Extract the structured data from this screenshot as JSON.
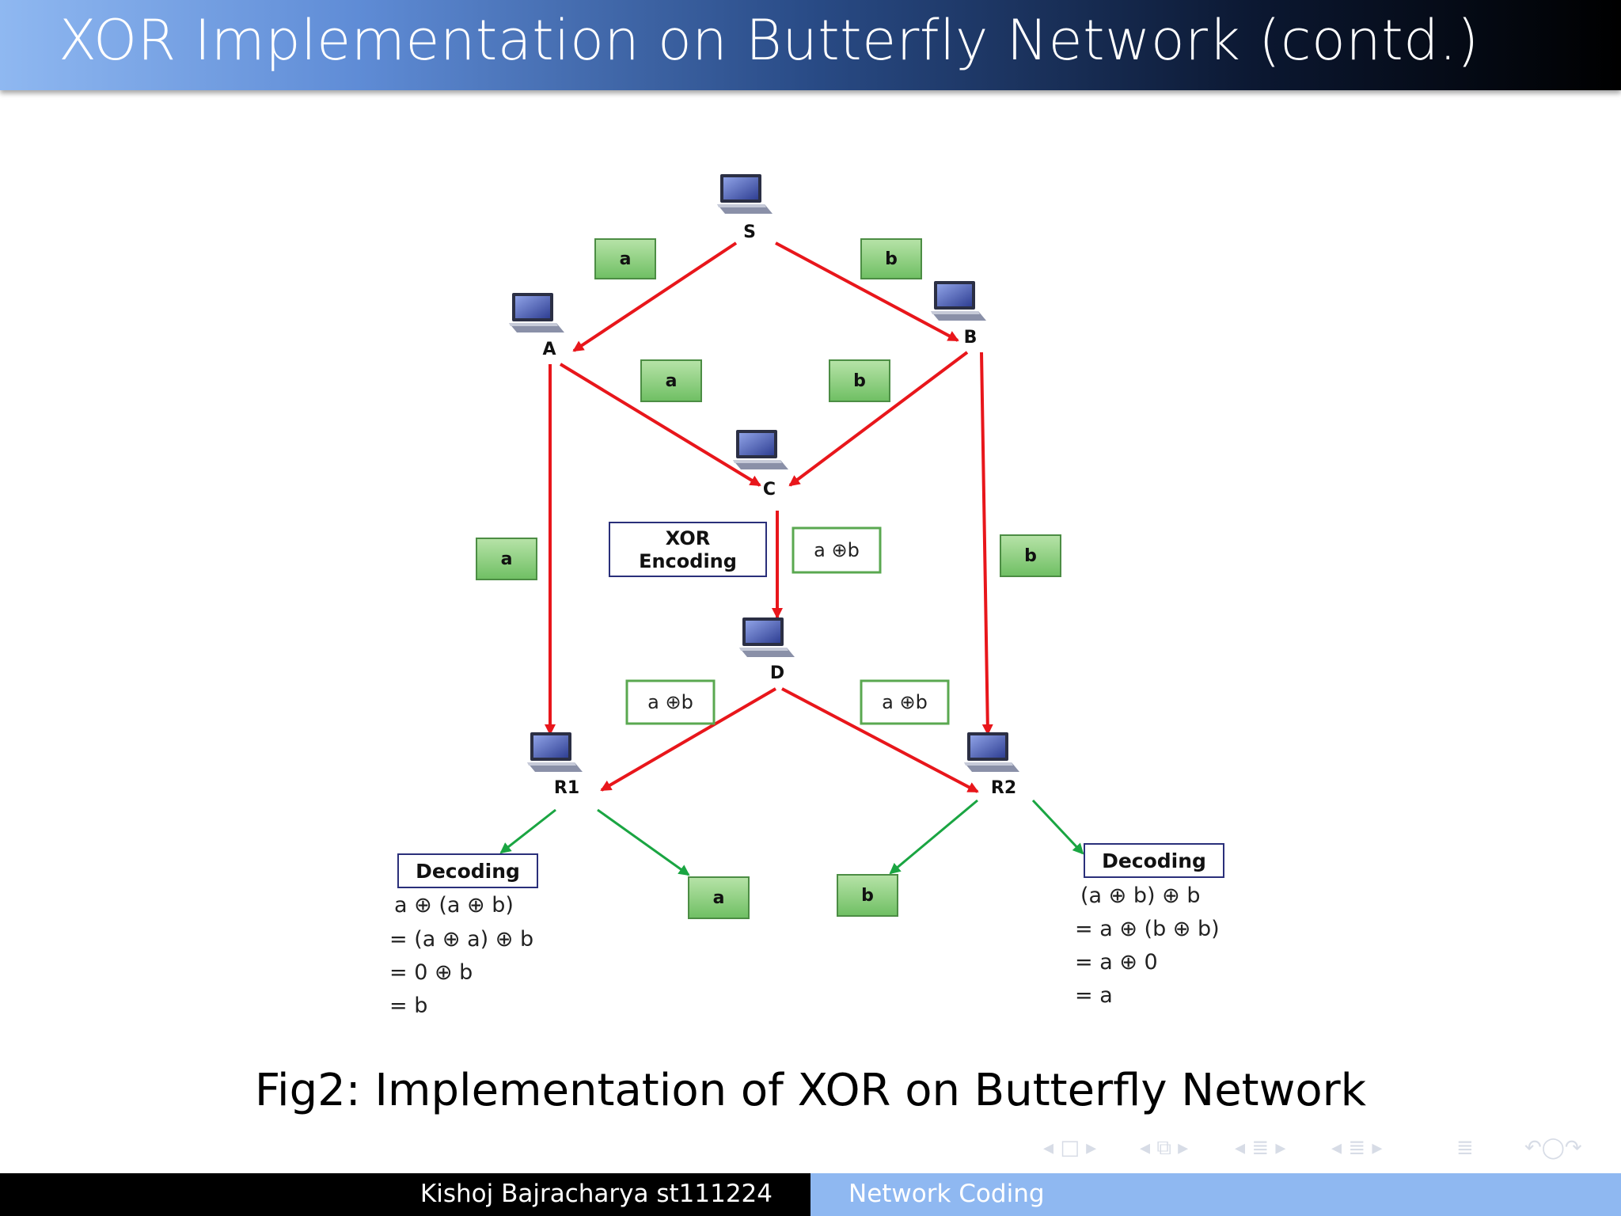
{
  "slide": {
    "title": "XOR Implementation on Butterfly Network (contd.)",
    "caption": "Fig2: Implementation of XOR on Butterfly Network"
  },
  "footer": {
    "author": "Kishoj Bajracharya st111224",
    "section": "Network Coding"
  },
  "diagram": {
    "nodes": {
      "S": "S",
      "A": "A",
      "B": "B",
      "C": "C",
      "D": "D",
      "R1": "R1",
      "R2": "R2"
    },
    "edge_labels": {
      "s_a": "a",
      "s_b": "b",
      "a_c": "a",
      "b_c": "b",
      "a_r1": "a",
      "b_r2": "b",
      "c_d": "a ⊕b",
      "d_r1": "a ⊕b",
      "d_r2": "a ⊕b",
      "r1_out": "a",
      "r2_out": "b"
    },
    "xor_box": {
      "line1": "XOR",
      "line2": "Encoding"
    },
    "decoding_left": {
      "title": "Decoding",
      "lines": [
        "a ⊕ (a ⊕ b)",
        "= (a ⊕ a) ⊕ b",
        "= 0 ⊕ b",
        "= b"
      ]
    },
    "decoding_right": {
      "title": "Decoding",
      "lines": [
        "(a ⊕ b) ⊕ b",
        "= a ⊕ (b ⊕ b)",
        "= a ⊕ 0",
        "= a"
      ]
    },
    "colors": {
      "edge_red": "#e8161b",
      "edge_green": "#1aa542",
      "label_green": "#8ed07f",
      "label_green_dark": "#5aa850",
      "laptop_screen": "#4a5fb8",
      "decoding_border": "#2a2f7a"
    }
  },
  "navigation": {
    "icons": [
      "nav-prev-icon",
      "frame-icon",
      "nav-next-icon",
      "section-icon",
      "subsection-icon",
      "toc-icon",
      "search-icon"
    ]
  }
}
